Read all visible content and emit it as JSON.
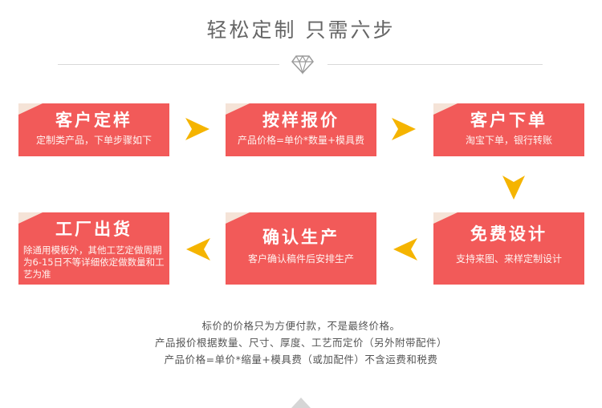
{
  "title": "轻松定制 只需六步",
  "steps": [
    {
      "title": "客户定样",
      "desc": "定制类产品，下单步骤如下"
    },
    {
      "title": "按样报价",
      "desc": "产品价格=单价*数量+模具费"
    },
    {
      "title": "客户下单",
      "desc": "淘宝下单，银行转账"
    },
    {
      "title": "免费设计",
      "desc": "支持来图、来样定制设计"
    },
    {
      "title": "确认生产",
      "desc": "客户确认稿件后安排生产"
    },
    {
      "title": "工厂出货",
      "desc": "除通用模板外，其他工艺定做周期为6-15日不等详细依定做数量和工艺为准"
    }
  ],
  "footer": {
    "line1": "标价的价格只为方便付款，不是最终价格。",
    "line2": "产品报价根据数量、尺寸、厚度、工艺而定价（另外附带配件）",
    "line3": "产品价格=单价*缩量+模具费（或加配件）不含运费和税费"
  },
  "colors": {
    "card": "#f25a59",
    "arrow": "#f5b400",
    "corner": "#f5e3d7"
  },
  "icons": [
    "diamond-icon",
    "arrow-right-icon",
    "arrow-down-icon",
    "arrow-left-icon"
  ]
}
